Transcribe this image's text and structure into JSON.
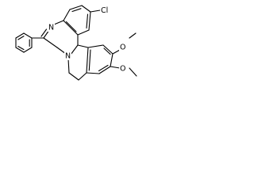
{
  "molecule": {
    "labels": {
      "cl": "Cl",
      "n_imine": "N",
      "n_amine": "N",
      "o_upper": "O",
      "o_lower": "O"
    },
    "colors": {
      "ink": "#000000",
      "background": "#ffffff"
    }
  }
}
